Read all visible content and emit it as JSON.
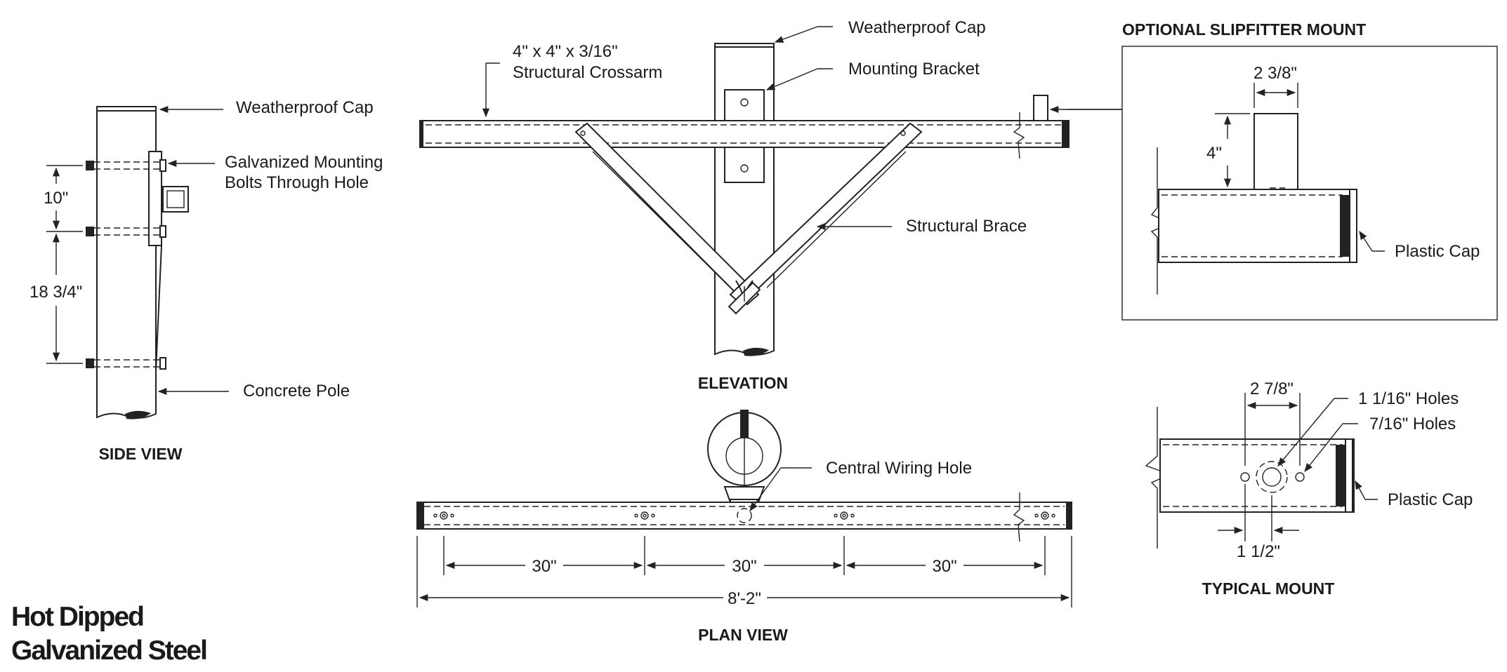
{
  "views": {
    "side": {
      "title": "SIDE VIEW",
      "labels": {
        "cap": "Weatherproof Cap",
        "bolts_line1": "Galvanized Mounting",
        "bolts_line2": "Bolts Through Hole",
        "pole": "Concrete Pole"
      },
      "dims": {
        "upper": "10\"",
        "lower": "18 3/4\""
      }
    },
    "elevation": {
      "title": "ELEVATION",
      "labels": {
        "crossarm_line1": "4\" x 4\" x 3/16\"",
        "crossarm_line2": "Structural Crossarm",
        "cap": "Weatherproof Cap",
        "bracket": "Mounting Bracket",
        "brace": "Structural Brace"
      }
    },
    "plan": {
      "title": "PLAN VIEW",
      "labels": {
        "wiring": "Central Wiring Hole"
      },
      "dims": {
        "spacings": [
          "30\"",
          "30\"",
          "30\""
        ],
        "overall": "8'-2\""
      }
    },
    "slipfitter": {
      "title": "OPTIONAL SLIPFITTER MOUNT",
      "labels": {
        "cap": "Plastic Cap"
      },
      "dims": {
        "width": "2 3/8\"",
        "height": "4\""
      }
    },
    "typical": {
      "title": "TYPICAL MOUNT",
      "labels": {
        "large_holes": "1 1/16\" Holes",
        "small_holes": "7/16\" Holes",
        "cap": "Plastic Cap"
      },
      "dims": {
        "top": "2 7/8\"",
        "bottom": "1 1/2\""
      }
    }
  },
  "footer": {
    "line1": "Hot Dipped",
    "line2": "Galvanized Steel"
  }
}
